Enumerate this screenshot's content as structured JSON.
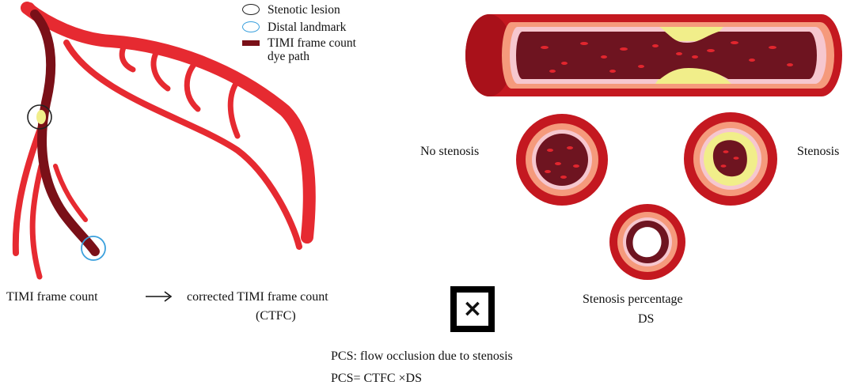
{
  "legend": {
    "stenotic_lesion": "Stenotic lesion",
    "distal_landmark": "Distal landmark",
    "dye_path": "TIMI frame count\ndye path"
  },
  "labels": {
    "no_stenosis": "No stenosis",
    "stenosis": "Stenosis",
    "stenosis_percentage": "Stenosis percentage",
    "ds": "DS",
    "timi_frame_count": "TIMI frame count",
    "corrected_timi": "corrected TIMI frame count",
    "ctfc": "(CTFC)",
    "multiply_symbol": "×",
    "pcs_definition": "PCS: flow occlusion due to stenosis",
    "pcs_formula": "PCS= CTFC ×DS"
  },
  "colors": {
    "artery_red": "#e8242c",
    "dye_maroon": "#7a1018",
    "plaque_yellow": "#f1ee8a",
    "lesion_circle": "#222222",
    "landmark_circle": "#3aa0dd"
  },
  "icons": {
    "stenotic_lesion": "black-circle-icon",
    "distal_landmark": "blue-circle-icon",
    "dye_path": "maroon-bar-icon",
    "arrow": "right-arrow-icon"
  }
}
